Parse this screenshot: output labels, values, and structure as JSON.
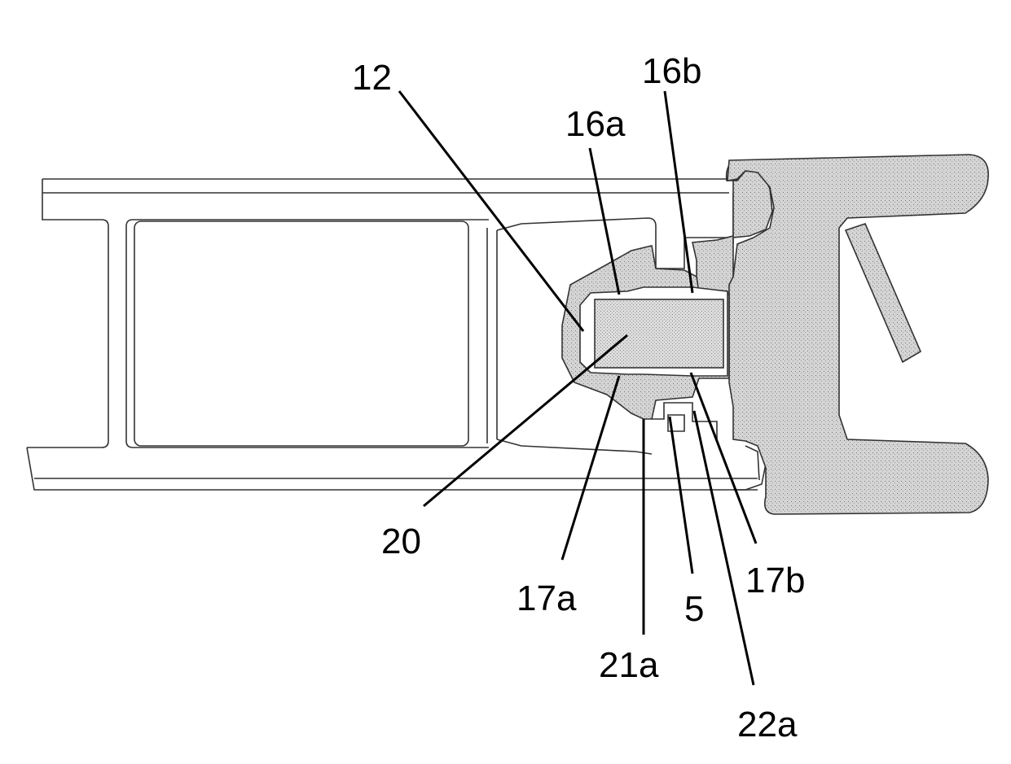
{
  "colors": {
    "outline": "#333333",
    "seal": "#c6c6c6",
    "insert": "#d2d2d2",
    "leader": "#000000"
  },
  "labels": {
    "l12": "12",
    "l16a": "16a",
    "l16b": "16b",
    "l20": "20",
    "l17a": "17a",
    "l21a": "21a",
    "l5": "5",
    "l22a": "22a",
    "l17b": "17b"
  }
}
